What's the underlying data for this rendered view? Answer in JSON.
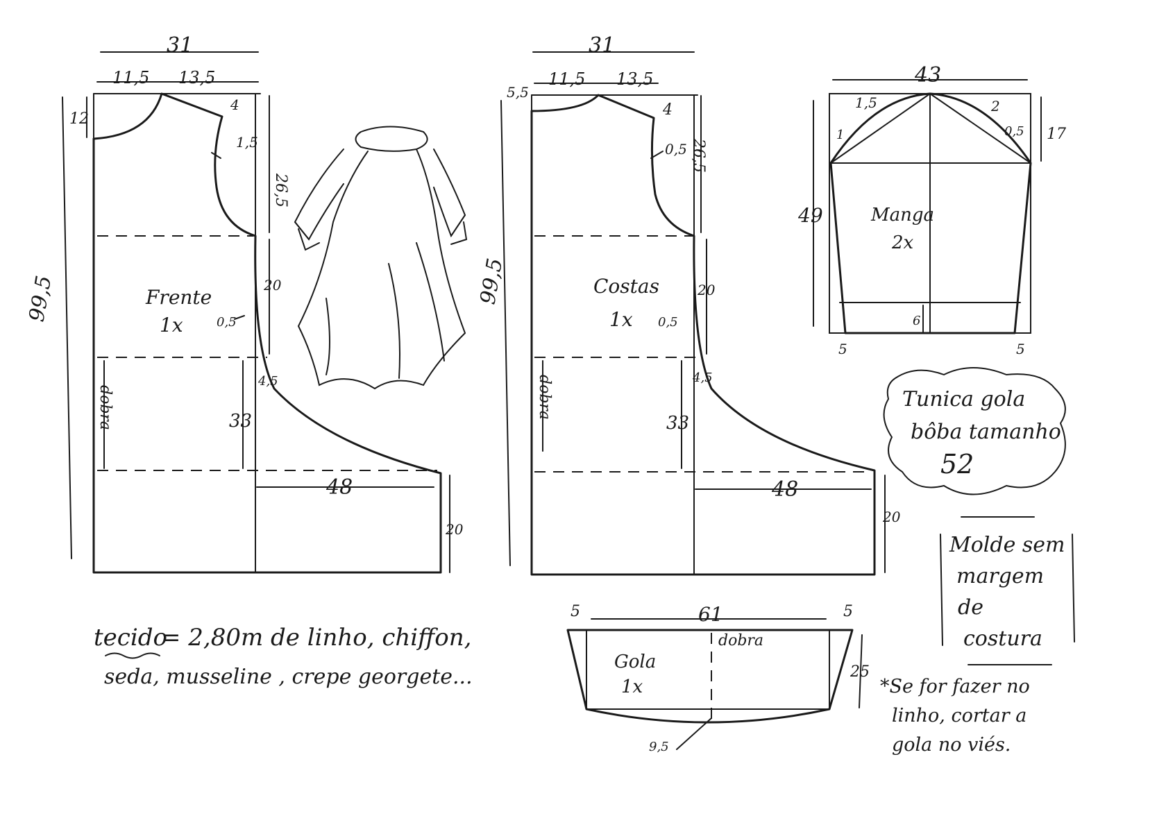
{
  "front": {
    "label": "Frente",
    "qty": "1x",
    "width": "31",
    "neck_w": "11,5",
    "shoulder_w": "13,5",
    "neck_depth": "12",
    "shoulder_drop": "4",
    "armhole_depth": "26,5",
    "armhole_curve": "1,5",
    "length": "99,5",
    "waist_seg": "20",
    "side_offset": "0,5",
    "hip_offset": "4,5",
    "fold_seg": "33",
    "flare": "48",
    "hem_seg": "20",
    "fold_label": "dobra"
  },
  "back": {
    "label": "Costas",
    "qty": "1x",
    "width": "31",
    "neck_depth": "5,5",
    "neck_w": "11,5",
    "shoulder_w": "13,5",
    "shoulder_drop": "4",
    "armhole_curve": "0,5",
    "armhole_depth": "26,5",
    "length": "99,5",
    "waist_seg": "20",
    "side_offset": "0,5",
    "hip_offset": "4,5",
    "fold_seg": "33",
    "flare": "48",
    "hem_seg": "20",
    "fold_label": "dobra"
  },
  "sleeve": {
    "label": "Manga",
    "qty": "2x",
    "width": "43",
    "cap_front": "1,5",
    "cap_back": "2",
    "cap_left": "1",
    "cap_right": "0,5",
    "cap_height": "17",
    "length": "49",
    "cuff": "6",
    "taper_left": "5",
    "taper_right": "5"
  },
  "collar": {
    "label": "Gola",
    "qty": "1x",
    "width": "61",
    "side_left": "5",
    "side_right": "5",
    "height": "25",
    "curve": "9,5",
    "fold_label": "dobra"
  },
  "title": {
    "line1": "Tunica gola",
    "line2": "bôba tamanho",
    "line3": "52"
  },
  "note_margin": {
    "line1": "Molde sem",
    "line2": "margem",
    "line3": "de",
    "line4": "costura"
  },
  "note_linen": {
    "line1": "*Se for fazer no",
    "line2": "linho, cortar a",
    "line3": "gola no viés."
  },
  "fabric": {
    "label": "tecido",
    "line1": "= 2,80m de linho, chiffon,",
    "line2": "seda, musseline , crepe georgete..."
  }
}
